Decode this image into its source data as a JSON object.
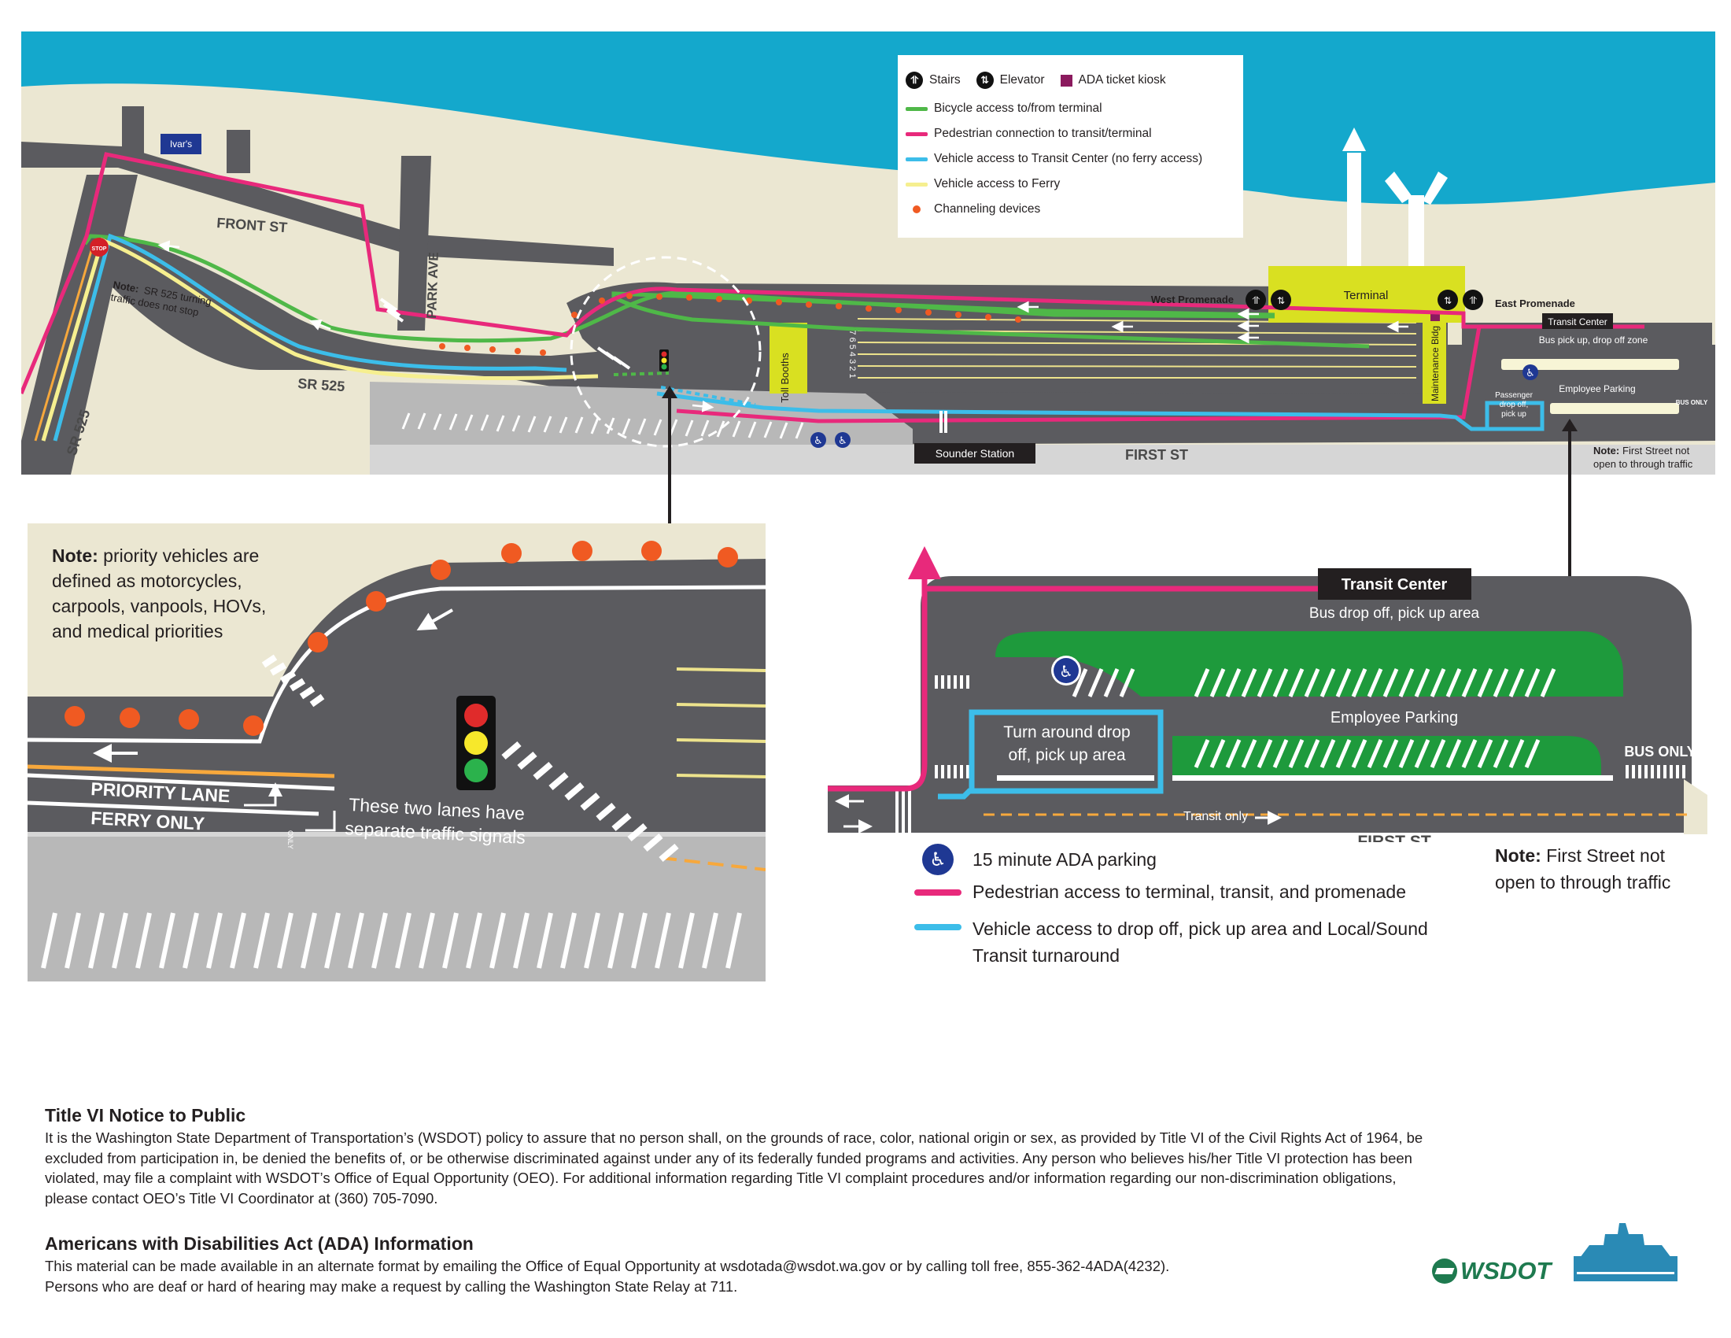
{
  "colors": {
    "water": "#14a8cc",
    "land": "#ebe7d2",
    "road": "#5b5b5f",
    "bicycle": "#4fb848",
    "pedestrian": "#e8297b",
    "vehicle_transit": "#3cbde9",
    "vehicle_ferry": "#f6ef8f",
    "channeling": "#f05a22",
    "terminal": "#d9e021",
    "green_area": "#1e9a3c",
    "ada_blue": "#1f3893"
  },
  "legend": {
    "stairs": "Stairs",
    "elevator": "Elevator",
    "ada_kiosk": "ADA ticket kiosk",
    "bicycle": "Bicycle access to/from terminal",
    "pedestrian": "Pedestrian connection to transit/terminal",
    "vehicle_transit": "Vehicle access to Transit Center (no ferry access)",
    "vehicle_ferry": "Vehicle access to Ferry",
    "channeling": "Channeling devices"
  },
  "map": {
    "ivars": "Ivar's",
    "front_st": "FRONT ST",
    "park_ave": "PARK AVE",
    "sr525_a": "SR 525",
    "sr525_b": "SR 525",
    "stop": "STOP",
    "note_sr525_bold": "Note:",
    "note_sr525_line1": "SR 525 turning",
    "note_sr525_line2": "traffic does not stop",
    "toll_booths": "Toll Booths",
    "lane_numbers": "7 6 5 4 3 2 1",
    "terminal": "Terminal",
    "west_promenade": "West Promenade",
    "east_promenade": "East Promenade",
    "maintenance_bldg": "Maintenance Bldg",
    "transit_center": "Transit Center",
    "bus_zone": "Bus pick up, drop off zone",
    "employee_parking": "Employee Parking",
    "passenger_dropoff_1": "Passenger",
    "passenger_dropoff_2": "drop off,",
    "passenger_dropoff_3": "pick up",
    "bus_only": "BUS ONLY",
    "sounder_station": "Sounder Station",
    "first_st": "FIRST ST",
    "note_first_bold": "Note:",
    "note_first_line1": "First Street not",
    "note_first_line2": "open to through traffic"
  },
  "inset_left": {
    "note_bold": "Note:",
    "note_line1": "priority vehicles are",
    "note_line2": "defined as motorcycles,",
    "note_line3": "carpools, vanpools, HOVs,",
    "note_line4": "and medical priorities",
    "priority_lane": "PRIORITY LANE",
    "ferry_only": "FERRY ONLY",
    "only": "ONLY",
    "signals_line1": "These two lanes have",
    "signals_line2": "separate traffic signals"
  },
  "inset_right": {
    "transit_center": "Transit Center",
    "bus_area": "Bus drop off, pick up area",
    "employee_parking": "Employee Parking",
    "turnaround_line1": "Turn around drop",
    "turnaround_line2": "off, pick up area",
    "bus_only": "BUS ONLY",
    "transit_only": "Transit only",
    "first_st": "FIRST ST",
    "note_bold": "Note:",
    "note_line1": "First Street not",
    "note_line2": "open to through traffic"
  },
  "inset_legend": {
    "ada": "15 minute ADA parking",
    "pedestrian": "Pedestrian access to terminal, transit, and promenade",
    "vehicle_line1": "Vehicle access to drop off, pick up area and Local/Sound",
    "vehicle_line2": "Transit turnaround"
  },
  "footer": {
    "title_vi_heading": "Title VI Notice to Public",
    "title_vi_lines": [
      "It is the Washington State Department of Transportation’s (WSDOT) policy to assure that no person shall, on the grounds of race, color, national origin or sex, as provided by Title VI of the Civil Rights Act of 1964, be",
      "excluded from participation in, be denied the benefits of, or be otherwise discriminated against under any of its federally funded programs and activities. Any person who believes his/her Title VI protection has been",
      "violated, may file a complaint with WSDOT’s Office of Equal Opportunity (OEO). For additional information regarding Title VI complaint procedures and/or information regarding our non-discrimination obligations,",
      "please contact OEO’s Title VI Coordinator at (360) 705-7090."
    ],
    "ada_heading": "Americans with Disabilities Act (ADA) Information",
    "ada_lines": [
      "This material can be made available in an alternate format by emailing the Office of Equal Opportunity at wsdotada@wsdot.wa.gov or by calling toll free, 855-362-4ADA(4232).",
      "Persons who are deaf or hard of hearing may make a request by calling the Washington State Relay at 711."
    ],
    "wsdot_logo": "WSDOT"
  }
}
